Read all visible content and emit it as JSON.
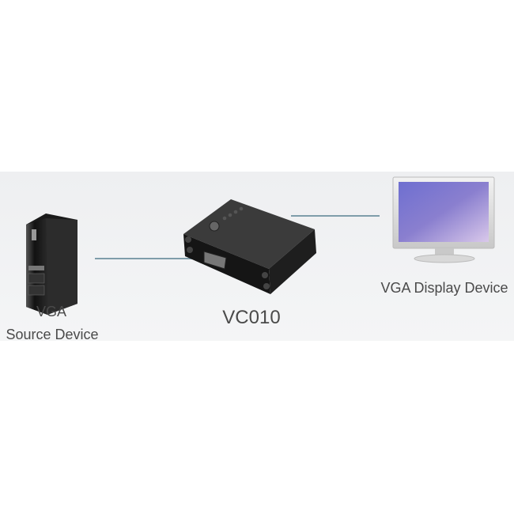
{
  "source": {
    "line1": "VGA",
    "line2": "Source Device"
  },
  "converter": {
    "label": "VC010"
  },
  "display": {
    "label": "VGA Display Device"
  },
  "colors": {
    "background_band": "#f0f1f2",
    "connector_line": "#7f9daa",
    "text": "#4a4a4a"
  }
}
